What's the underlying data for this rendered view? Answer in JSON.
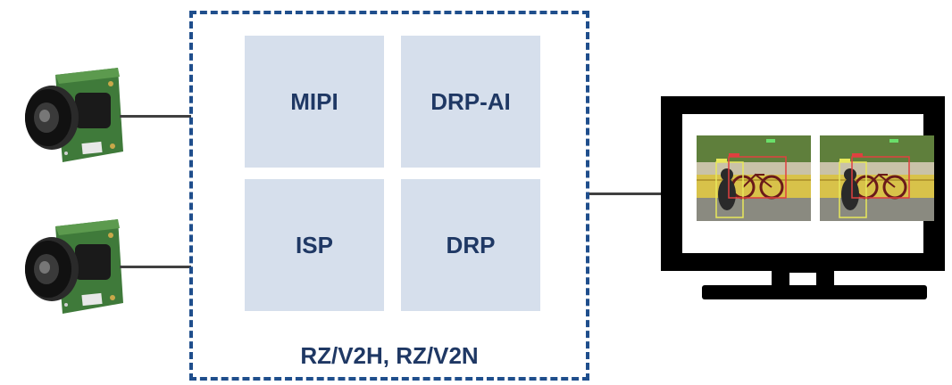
{
  "blocks": {
    "mipi": "MIPI",
    "drp_ai": "DRP-AI",
    "isp": "ISP",
    "drp": "DRP"
  },
  "soc_label": "RZ/V2H, RZ/V2N",
  "colors": {
    "dashed_border": "#1f4e8c",
    "block_fill": "#d6dfec",
    "label_text": "#1f3864",
    "wire": "#404040",
    "monitor": "#000000"
  },
  "icons": [
    "camera-module-icon",
    "monitor-icon"
  ]
}
